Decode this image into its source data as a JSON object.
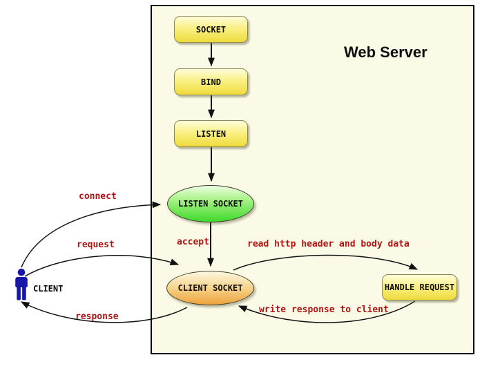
{
  "diagram": {
    "title": "Web Server",
    "nodes": {
      "socket": "SOCKET",
      "bind": "BIND",
      "listen": "LISTEN",
      "listen_socket": "LISTEN SOCKET",
      "client_socket": "CLIENT SOCKET",
      "handle_request": "HANDLE REQUEST",
      "client": "CLIENT"
    },
    "edges": [
      {
        "from": "socket",
        "to": "bind",
        "label": ""
      },
      {
        "from": "bind",
        "to": "listen",
        "label": ""
      },
      {
        "from": "listen",
        "to": "listen_socket",
        "label": ""
      },
      {
        "from": "listen_socket",
        "to": "client_socket",
        "label": "accept"
      },
      {
        "from": "client",
        "to": "listen_socket",
        "label": "connect"
      },
      {
        "from": "client",
        "to": "client_socket",
        "label": "request"
      },
      {
        "from": "client_socket",
        "to": "client",
        "label": "response"
      },
      {
        "from": "client_socket",
        "to": "handle_request",
        "label": "read http header and body data"
      },
      {
        "from": "handle_request",
        "to": "client_socket",
        "label": "write response to client"
      }
    ],
    "colors": {
      "edge_label_red": "#b01414",
      "server_background": "#fafae6",
      "box_yellow_top": "#fefdda",
      "box_yellow_bottom": "#efdb3c",
      "ellipse_green_top": "#edffe4",
      "ellipse_green_bottom": "#3eda2b",
      "ellipse_orange_top": "#fdf7e1",
      "ellipse_orange_bottom": "#eda33c",
      "client_blue": "#1717a9",
      "arrow_black": "#111111"
    }
  }
}
